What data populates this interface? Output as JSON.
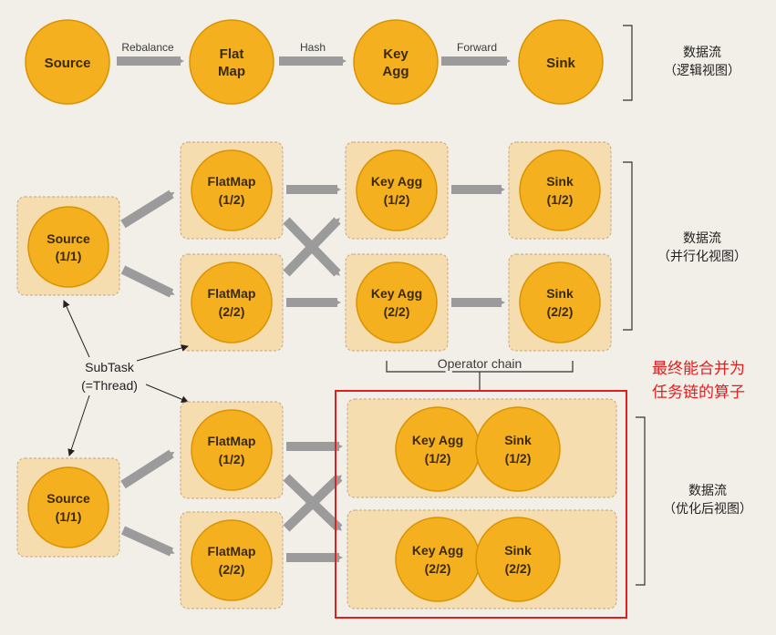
{
  "logical": {
    "nodes": [
      {
        "lines": [
          "Source"
        ]
      },
      {
        "lines": [
          "Flat",
          "Map"
        ]
      },
      {
        "lines": [
          "Key",
          "Agg"
        ]
      },
      {
        "lines": [
          "Sink"
        ]
      }
    ],
    "edges": [
      "Rebalance",
      "Hash",
      "Forward"
    ],
    "label": [
      "数据流",
      "（逻辑视图）"
    ]
  },
  "parallel": {
    "source": [
      "Source",
      "(1/1)"
    ],
    "flatmap1": [
      "FlatMap",
      "(1/2)"
    ],
    "flatmap2": [
      "FlatMap",
      "(2/2)"
    ],
    "keyagg1": [
      "Key Agg",
      "(1/2)"
    ],
    "keyagg2": [
      "Key Agg",
      "(2/2)"
    ],
    "sink1": [
      "Sink",
      "(1/2)"
    ],
    "sink2": [
      "Sink",
      "(2/2)"
    ],
    "label": [
      "数据流",
      "（并行化视图）"
    ]
  },
  "subtask": {
    "lines": [
      "SubTask",
      "(=Thread)"
    ]
  },
  "operator_chain": "Operator chain",
  "note": [
    "最终能合并为",
    "任务链的算子"
  ],
  "optimized": {
    "source": [
      "Source",
      "(1/1)"
    ],
    "flatmap1": [
      "FlatMap",
      "(1/2)"
    ],
    "flatmap2": [
      "FlatMap",
      "(2/2)"
    ],
    "keyagg1": [
      "Key Agg",
      "(1/2)"
    ],
    "sink1": [
      "Sink",
      "(1/2)"
    ],
    "keyagg2": [
      "Key Agg",
      "(2/2)"
    ],
    "sink2": [
      "Sink",
      "(2/2)"
    ],
    "label": [
      "数据流",
      "（优化后视图）"
    ]
  },
  "colors": {
    "node_fill": "#f5b01f",
    "node_stroke": "#d99300",
    "box_fill": "#f5ddb0",
    "box_stroke": "#d0b080",
    "arrow": "#9b9b9b",
    "highlight": "#e02020"
  }
}
